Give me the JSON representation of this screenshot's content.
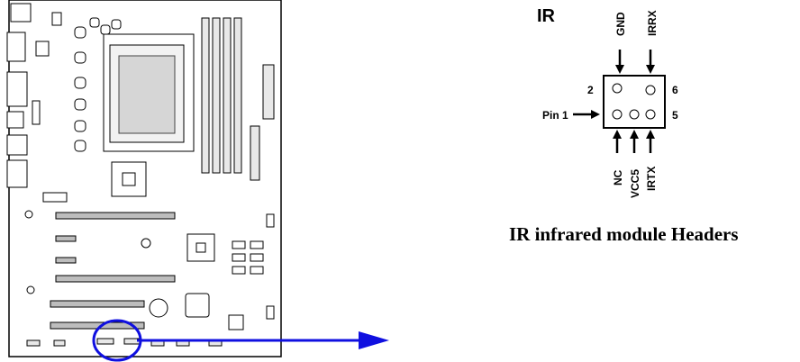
{
  "ir_header": {
    "title": "IR",
    "pin_labels": {
      "top": [
        "GND",
        "IRRX"
      ],
      "bottom": [
        "NC",
        "VCC5",
        "IRTX"
      ]
    },
    "pin_numbers": {
      "top_left": "2",
      "top_right": "6",
      "bottom_right": "5"
    },
    "pin1_label": "Pin 1"
  },
  "caption": "IR infrared module Headers",
  "colors": {
    "highlight": "#1010e0",
    "board_outline": "#000000",
    "connector": "#d0d0d0"
  }
}
